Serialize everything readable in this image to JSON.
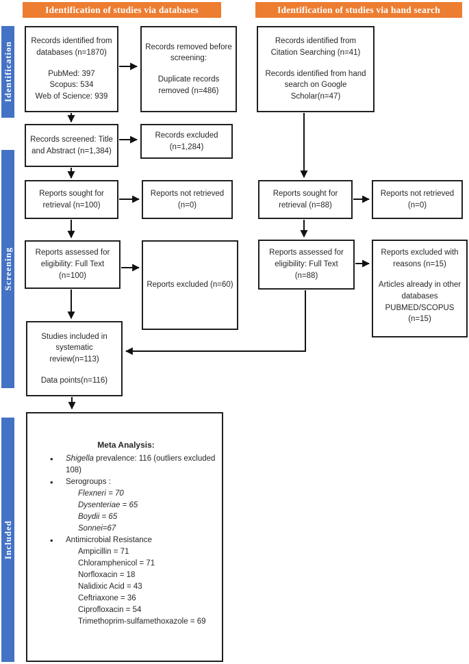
{
  "palette": {
    "header_bg": "#ED7D31",
    "stage_bg": "#4472C4",
    "header_text": "#FFFFFF",
    "box_border": "#1F1F1F",
    "box_text": "#262626",
    "arrow": "#111111"
  },
  "headers": {
    "databases": "Identification of studies via databases",
    "hand_search": "Identification of studies via hand search"
  },
  "stages": {
    "identification": "Identification",
    "screening": "Screening",
    "included": "Included"
  },
  "boxes": {
    "records_identified": {
      "main": "Records identified from databases (n=1870)",
      "pubmed": "PubMed: 397",
      "scopus": "Scopus: 534",
      "wos": "Web of Science: 939"
    },
    "records_removed": {
      "header": "Records removed before screening:",
      "detail": "Duplicate records removed (n=486)"
    },
    "hand_identified": {
      "citation": "Records identified from Citation Searching (n=41)",
      "hand": "Records identified from hand search on Google Scholar(n=47)"
    },
    "records_screened": {
      "text": "Records screened: Title and Abstract (n=1,384)"
    },
    "records_excluded": {
      "text": "Records excluded (n=1,284)"
    },
    "reports_sought_db": {
      "text": "Reports sought for retrieval (n=100)"
    },
    "reports_not_retrieved_db": {
      "text": "Reports not retrieved (n=0)"
    },
    "reports_sought_hand": {
      "text": "Reports sought for retrieval (n=88)"
    },
    "reports_not_retrieved_hand": {
      "text": "Reports not retrieved (n=0)"
    },
    "reports_assessed_db": {
      "text": "Reports assessed for eligibility: Full Text (n=100)"
    },
    "reports_excluded_db": {
      "text": "Reports excluded (n=60)"
    },
    "reports_assessed_hand": {
      "text": "Reports assessed for eligibility: Full Text (n=88)"
    },
    "reports_excluded_hand": {
      "reason": "Reports excluded with reasons (n=15)",
      "detail": "Articles already in other databases PUBMED/SCOPUS (n=15)"
    },
    "studies_included": {
      "main": "Studies included in systematic review(n=113)",
      "datapoints": "Data points(n=116)"
    }
  },
  "meta": {
    "title": "Meta Analysis:",
    "prevalence_italic": "Shigella",
    "prevalence_rest": " prevalence: 116 (outliers excluded 108)",
    "serogroups_label": "Serogroups :",
    "serogroups": [
      "Flexneri = 70",
      "Dysenteriae = 65",
      "Boydii = 65",
      "Sonnei=67"
    ],
    "amr_label": "Antimicrobial Resistance",
    "amr": [
      "Ampicillin = 71",
      "Chloramphenicol = 71",
      "Norfloxacin = 18",
      "Nalidixic Acid = 43",
      "Ceftriaxone = 36",
      "Ciprofloxacin = 54",
      "Trimethoprim-sulfamethoxazole = 69"
    ]
  }
}
